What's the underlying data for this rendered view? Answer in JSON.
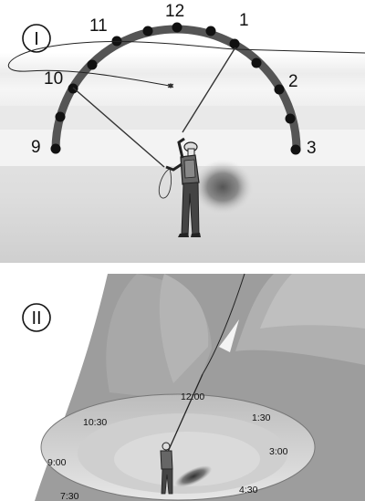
{
  "panel1": {
    "label": "I",
    "clock_numbers": [
      "9",
      "10",
      "11",
      "12",
      "1",
      "2",
      "3"
    ]
  },
  "panel2": {
    "label": "II",
    "clock_times": [
      "7:30",
      "9:00",
      "10:30",
      "12:00",
      "1:30",
      "3:00",
      "4:30"
    ]
  }
}
